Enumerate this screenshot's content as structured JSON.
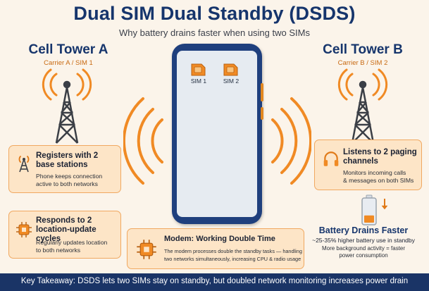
{
  "header": {
    "title": "Dual SIM Dual Standby (DSDS)",
    "subtitle": "Why battery drains faster when using two SIMs"
  },
  "tower_a": {
    "title": "Cell Tower A",
    "subtitle": "Carrier A / SIM 1"
  },
  "tower_b": {
    "title": "Cell Tower B",
    "subtitle": "Carrier B / SIM 2"
  },
  "phone": {
    "sim1_label": "SIM 1",
    "sim2_label": "SIM 2"
  },
  "cards": {
    "registers": {
      "title_1": "Registers with 2",
      "title_2": "base stations",
      "body_1": "Phone keeps connection",
      "body_2": "active to both networks"
    },
    "location": {
      "title_1": "Responds to 2",
      "title_2": "location-update cycles",
      "body_1": "Regularly updates location",
      "body_2": "to both networks"
    },
    "modem": {
      "title": "Modem: Working Double Time",
      "body_1": "The modem processes double the standby tasks — handling",
      "body_2": "two networks simultaneously, increasing CPU & radio usage"
    },
    "paging": {
      "title_1": "Listens to 2 paging",
      "title_2": "channels",
      "body_1": "Monitors incoming calls",
      "body_2": "& messages on both SIMs"
    }
  },
  "battery": {
    "title": "Battery Drains Faster",
    "line_1": "~25-35% higher battery use in standby",
    "line_2": "More background activity = faster",
    "line_3": "power consumption",
    "level": 0.3
  },
  "footer": {
    "text": "Key Takeaway: DSDS lets two SIMs stay on standby, but doubled network monitoring increases power drain"
  },
  "colors": {
    "navy": "#16356c",
    "orange": "#f08a24",
    "card_fill": "#fde5c7",
    "background": "#fbf4ea"
  },
  "icons": [
    "cell-tower-icon",
    "antenna-icon",
    "chip-icon",
    "headset-icon",
    "battery-icon",
    "sim-card-icon",
    "signal-wave-icon"
  ]
}
